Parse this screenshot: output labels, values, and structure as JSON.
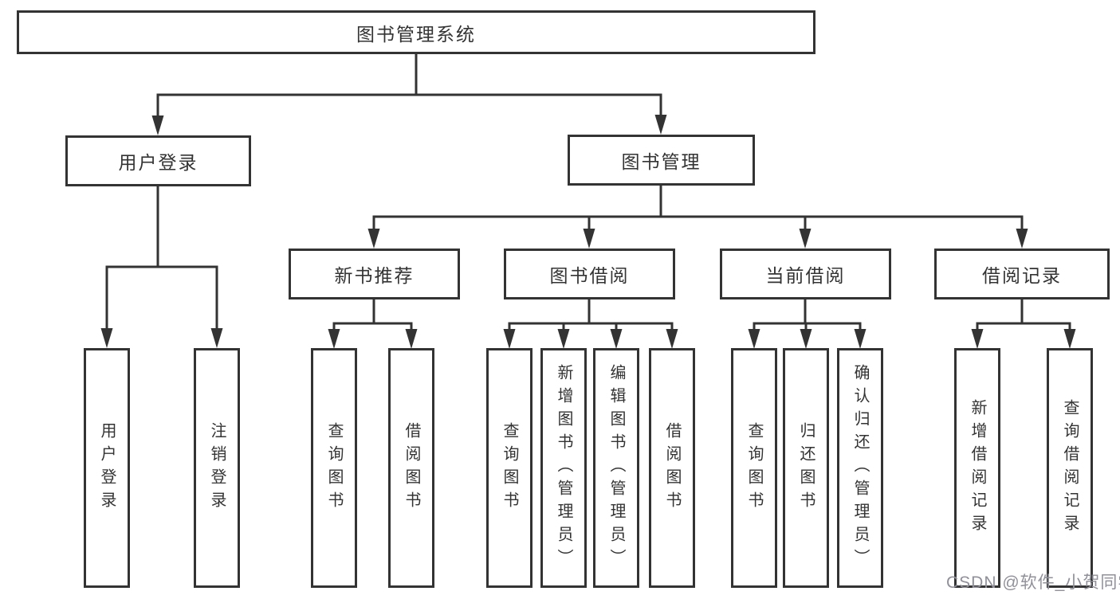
{
  "nodes": {
    "root": {
      "label": "图书管理系统"
    },
    "user_login": {
      "label": "用户登录"
    },
    "book_management": {
      "label": "图书管理"
    },
    "new_book_recommendation": {
      "label": "新书推荐"
    },
    "book_borrowing": {
      "label": "图书借阅"
    },
    "current_borrowing": {
      "label": "当前借阅"
    },
    "borrowing_records": {
      "label": "借阅记录"
    },
    "leaves": {
      "user_login_login": {
        "label": "用户登录"
      },
      "user_login_logout": {
        "label": "注销登录"
      },
      "recommend_query_books": {
        "label": "查询图书"
      },
      "recommend_borrow_books": {
        "label": "借阅图书"
      },
      "borrow_query_books": {
        "label": "查询图书"
      },
      "borrow_add_books_admin": {
        "label": "新增图书（管理员）"
      },
      "borrow_edit_books_admin": {
        "label": "编辑图书（管理员）"
      },
      "borrow_borrow_books": {
        "label": "借阅图书"
      },
      "current_query_books": {
        "label": "查询图书"
      },
      "current_return_books": {
        "label": "归还图书"
      },
      "current_confirm_return_admin": {
        "label": "确认归还（管理员）"
      },
      "records_add_record": {
        "label": "新增借阅记录"
      },
      "records_query_record": {
        "label": "查询借阅记录"
      }
    }
  },
  "colors": {
    "line": "#333333",
    "text": "#333333",
    "box_background": "#ffffff",
    "watermark": "#90909a",
    "background": "#ffffff"
  },
  "watermark": {
    "text": "CSDN @软件_小贺同学"
  }
}
